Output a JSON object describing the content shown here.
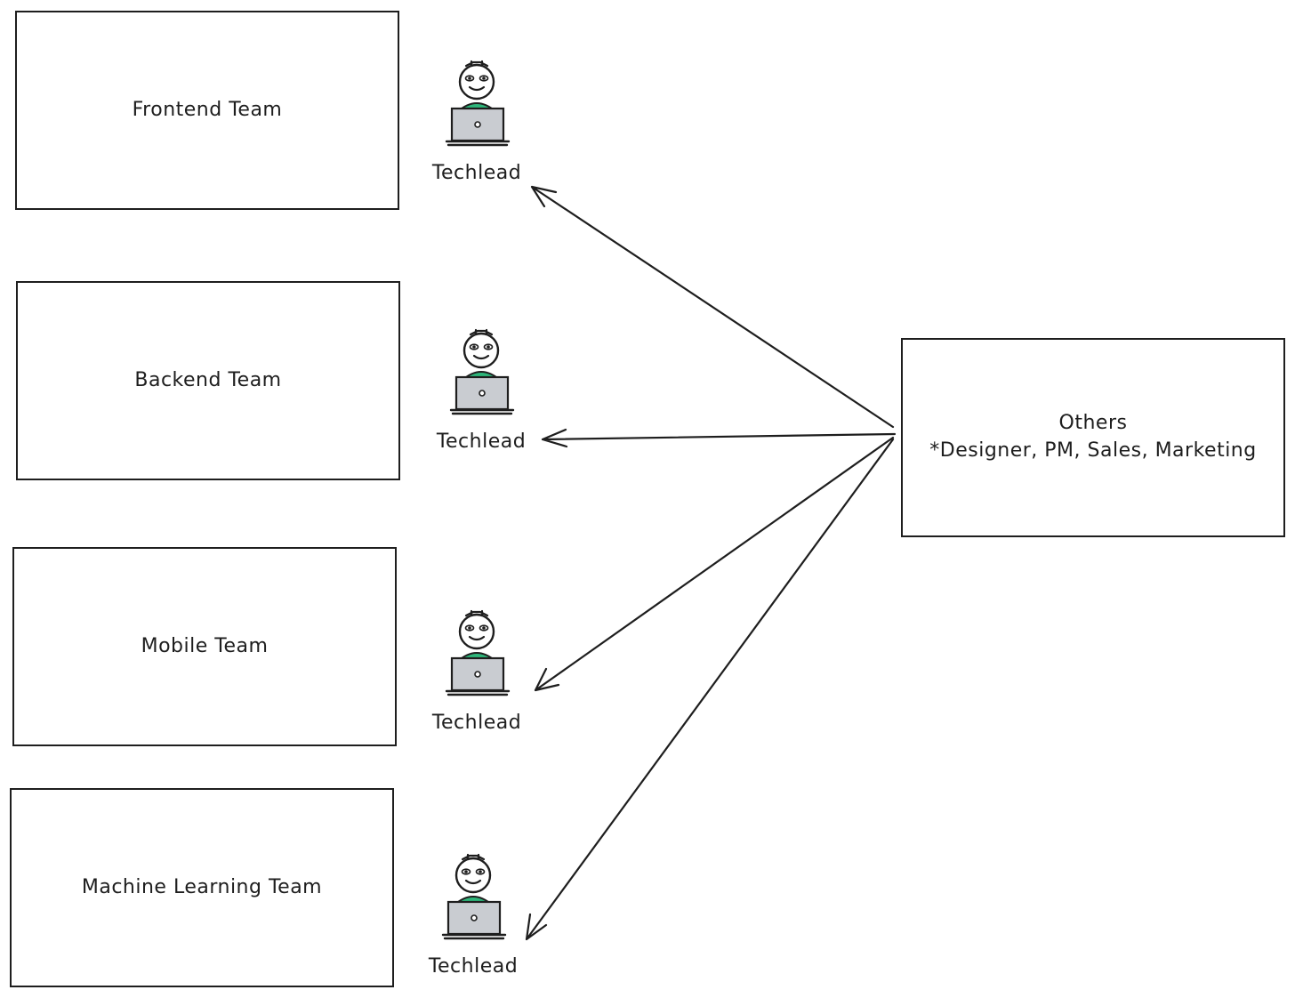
{
  "teams": {
    "frontend": "Frontend Team",
    "backend": "Backend Team",
    "mobile": "Mobile Team",
    "ml": "Machine Learning Team"
  },
  "others": {
    "title": "Others",
    "subtitle": "*Designer, PM, Sales, Marketing"
  },
  "techlead_label": "Techlead",
  "colors": {
    "stroke": "#1e1e1e",
    "shirt": "#2db67a",
    "laptop": "#c9ccd1"
  },
  "icons": {
    "person": "techlead-person-icon"
  }
}
